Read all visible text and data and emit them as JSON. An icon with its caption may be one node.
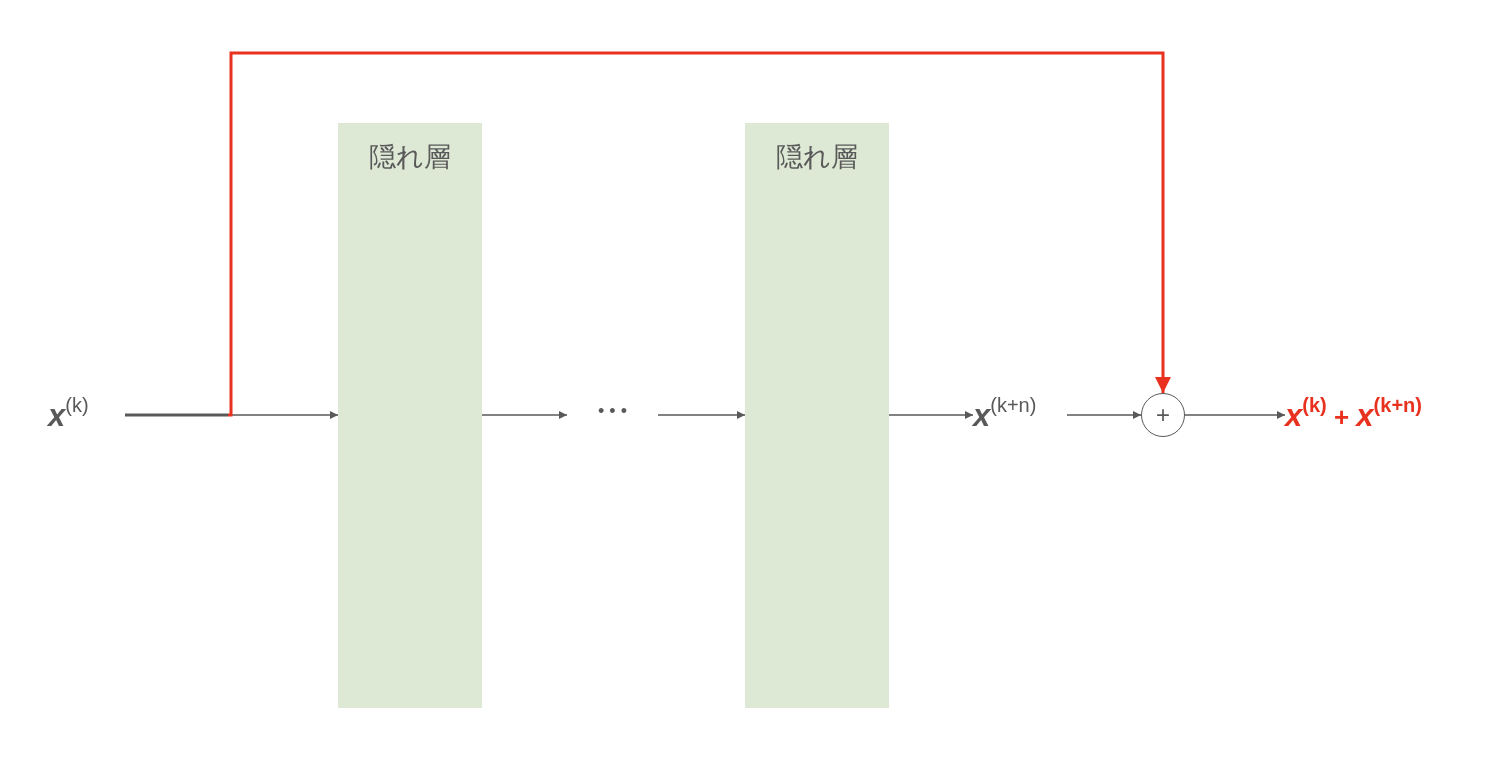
{
  "diagram": {
    "nodes": [
      {
        "text": [
          "*x*$^{(k)}$"
        ]
      },
      {
        "text": [
          "隠れ層"
        ]
      },
      {
        "text": [
          "• • •"
        ]
      },
      {
        "text": [
          "隠れ層"
        ]
      },
      {
        "text": [
          "*x*$^{(k+n)}$"
        ]
      },
      {
        "text": [
          "+"
        ]
      },
      {
        "text": [
          "*x*$^{(k)}$ + *x*$^{(k+n)}$"
        ]
      }
    ],
    "edges": [
      {
        "from": 0,
        "to": 1,
        "arrow": "to"
      },
      {
        "from": 1,
        "to": 2,
        "arrow": "to"
      },
      {
        "from": 2,
        "to": 3,
        "arrow": "to"
      },
      {
        "from": 3,
        "to": 4,
        "arrow": "to"
      },
      {
        "from": 4,
        "to": 5,
        "arrow": "to"
      },
      {
        "from": 5,
        "to": 6,
        "arrow": "to"
      },
      {
        "from": 0,
        "to": 5,
        "arrow": "to",
        "style": "thick",
        "color": "#e8321f"
      }
    ]
  }
}
